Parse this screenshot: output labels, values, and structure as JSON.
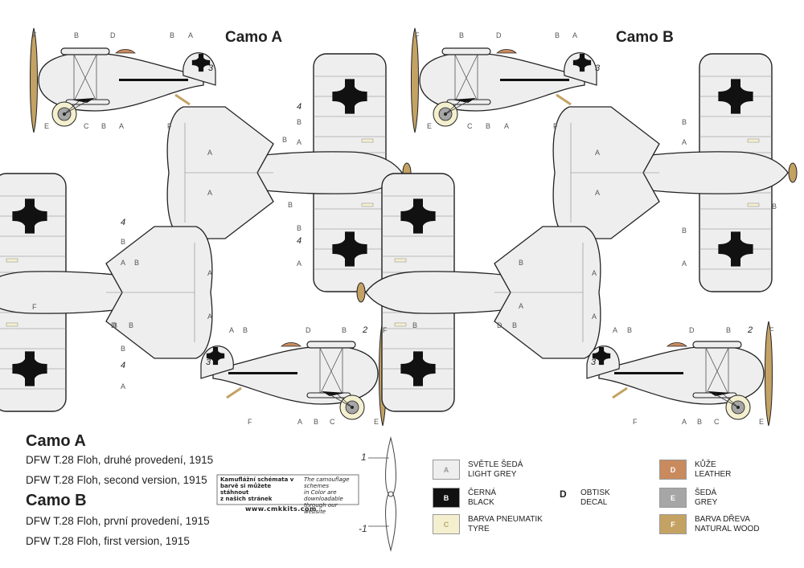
{
  "camo_a": {
    "title": "Camo A",
    "subtitle": "DFW T.28 Floh, druhé provedení, 1915",
    "subtitle_en": "DFW T.28 Floh, second version, 1915"
  },
  "camo_b": {
    "title": "Camo B",
    "subtitle": "DFW T.28 Floh, první provedení, 1915",
    "subtitle_en": "DFW T.28 Floh, first version, 1915"
  },
  "note": {
    "cz": [
      "Kamuflážní schémata v",
      "barvě si můžete stáhnout",
      "z našich stránek"
    ],
    "en": [
      "The camouflage schemes",
      "in Color are downloadable",
      "through our website"
    ],
    "url": "www.cmkkits.com"
  },
  "prop_labels": {
    "top": "1",
    "bottom": "-1"
  },
  "legend": [
    {
      "code": "A",
      "label": "SVĚTLE ŠEDÁ",
      "label_en": "LIGHT GREY",
      "color": "#eeeeee",
      "text_color": "#999999"
    },
    {
      "code": "B",
      "label": "ČERNÁ",
      "label_en": "BLACK",
      "color": "#111111",
      "text_color": "#ffffff"
    },
    {
      "code": "C",
      "label": "BARVA PNEUMATIK",
      "label_en": "TYRE",
      "color": "#f4f0cf",
      "text_color": "#b8a86a"
    },
    {
      "code": "D",
      "label": "OBTISK",
      "label_en": "DECAL",
      "color": "",
      "text_color": "#111111"
    },
    {
      "code": "D",
      "label": "KŮŽE",
      "label_en": "LEATHER",
      "color": "#c98a5e",
      "text_color": "#ffffff"
    },
    {
      "code": "E",
      "label": "ŠEDÁ",
      "label_en": "GREY",
      "color": "#a6a6a6",
      "text_color": "#ffffff"
    },
    {
      "code": "F",
      "label": "BARVA DŘEVA",
      "label_en": "NATURAL WOOD",
      "color": "#c4a263",
      "text_color": "#ffffff"
    }
  ],
  "callouts": {
    "A": "A",
    "B": "B",
    "C": "C",
    "D": "D",
    "E": "E",
    "F": "F",
    "n2": "2",
    "n3": "3",
    "n4": "4"
  },
  "colors": {
    "grey": "#eeeeee",
    "black": "#111111",
    "tyre": "#f4f0cf",
    "leather": "#c98a5e",
    "wood": "#c4a263",
    "outline": "#222222"
  }
}
